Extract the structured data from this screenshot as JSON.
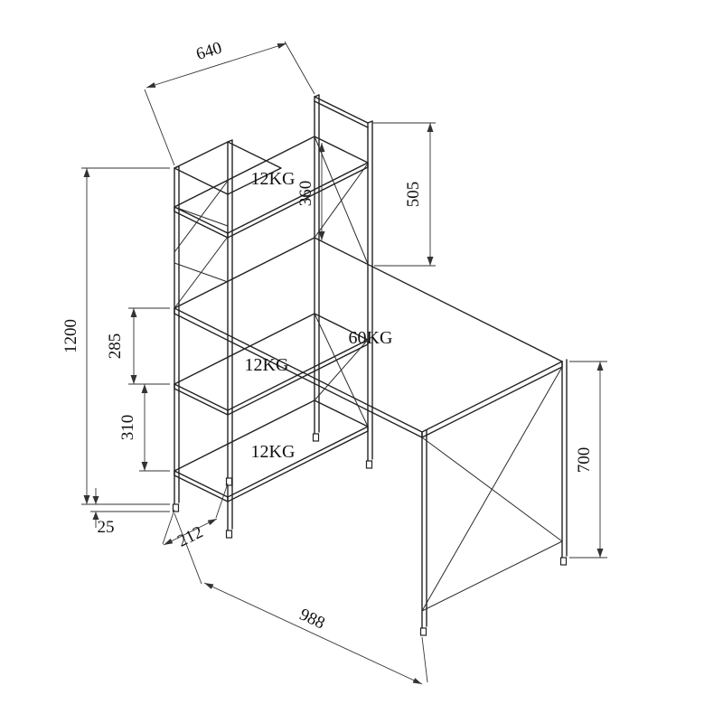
{
  "drawing": {
    "colors": {
      "line": "#222222",
      "background": "#ffffff"
    },
    "dimensions": {
      "overall_height": "1200",
      "top_shelf_length": "640",
      "hutch_height": "505",
      "top_shelf_to_desktop": "360",
      "desktop_to_middle_shelf": "285",
      "middle_to_bottom_shelf": "310",
      "foot_height": "25",
      "shelf_depth": "212",
      "desk_width": "988",
      "desk_height": "700"
    },
    "loads": {
      "top_shelf": "12KG",
      "desktop": "60KG",
      "middle_shelf": "12KG",
      "bottom_shelf": "12KG"
    }
  }
}
